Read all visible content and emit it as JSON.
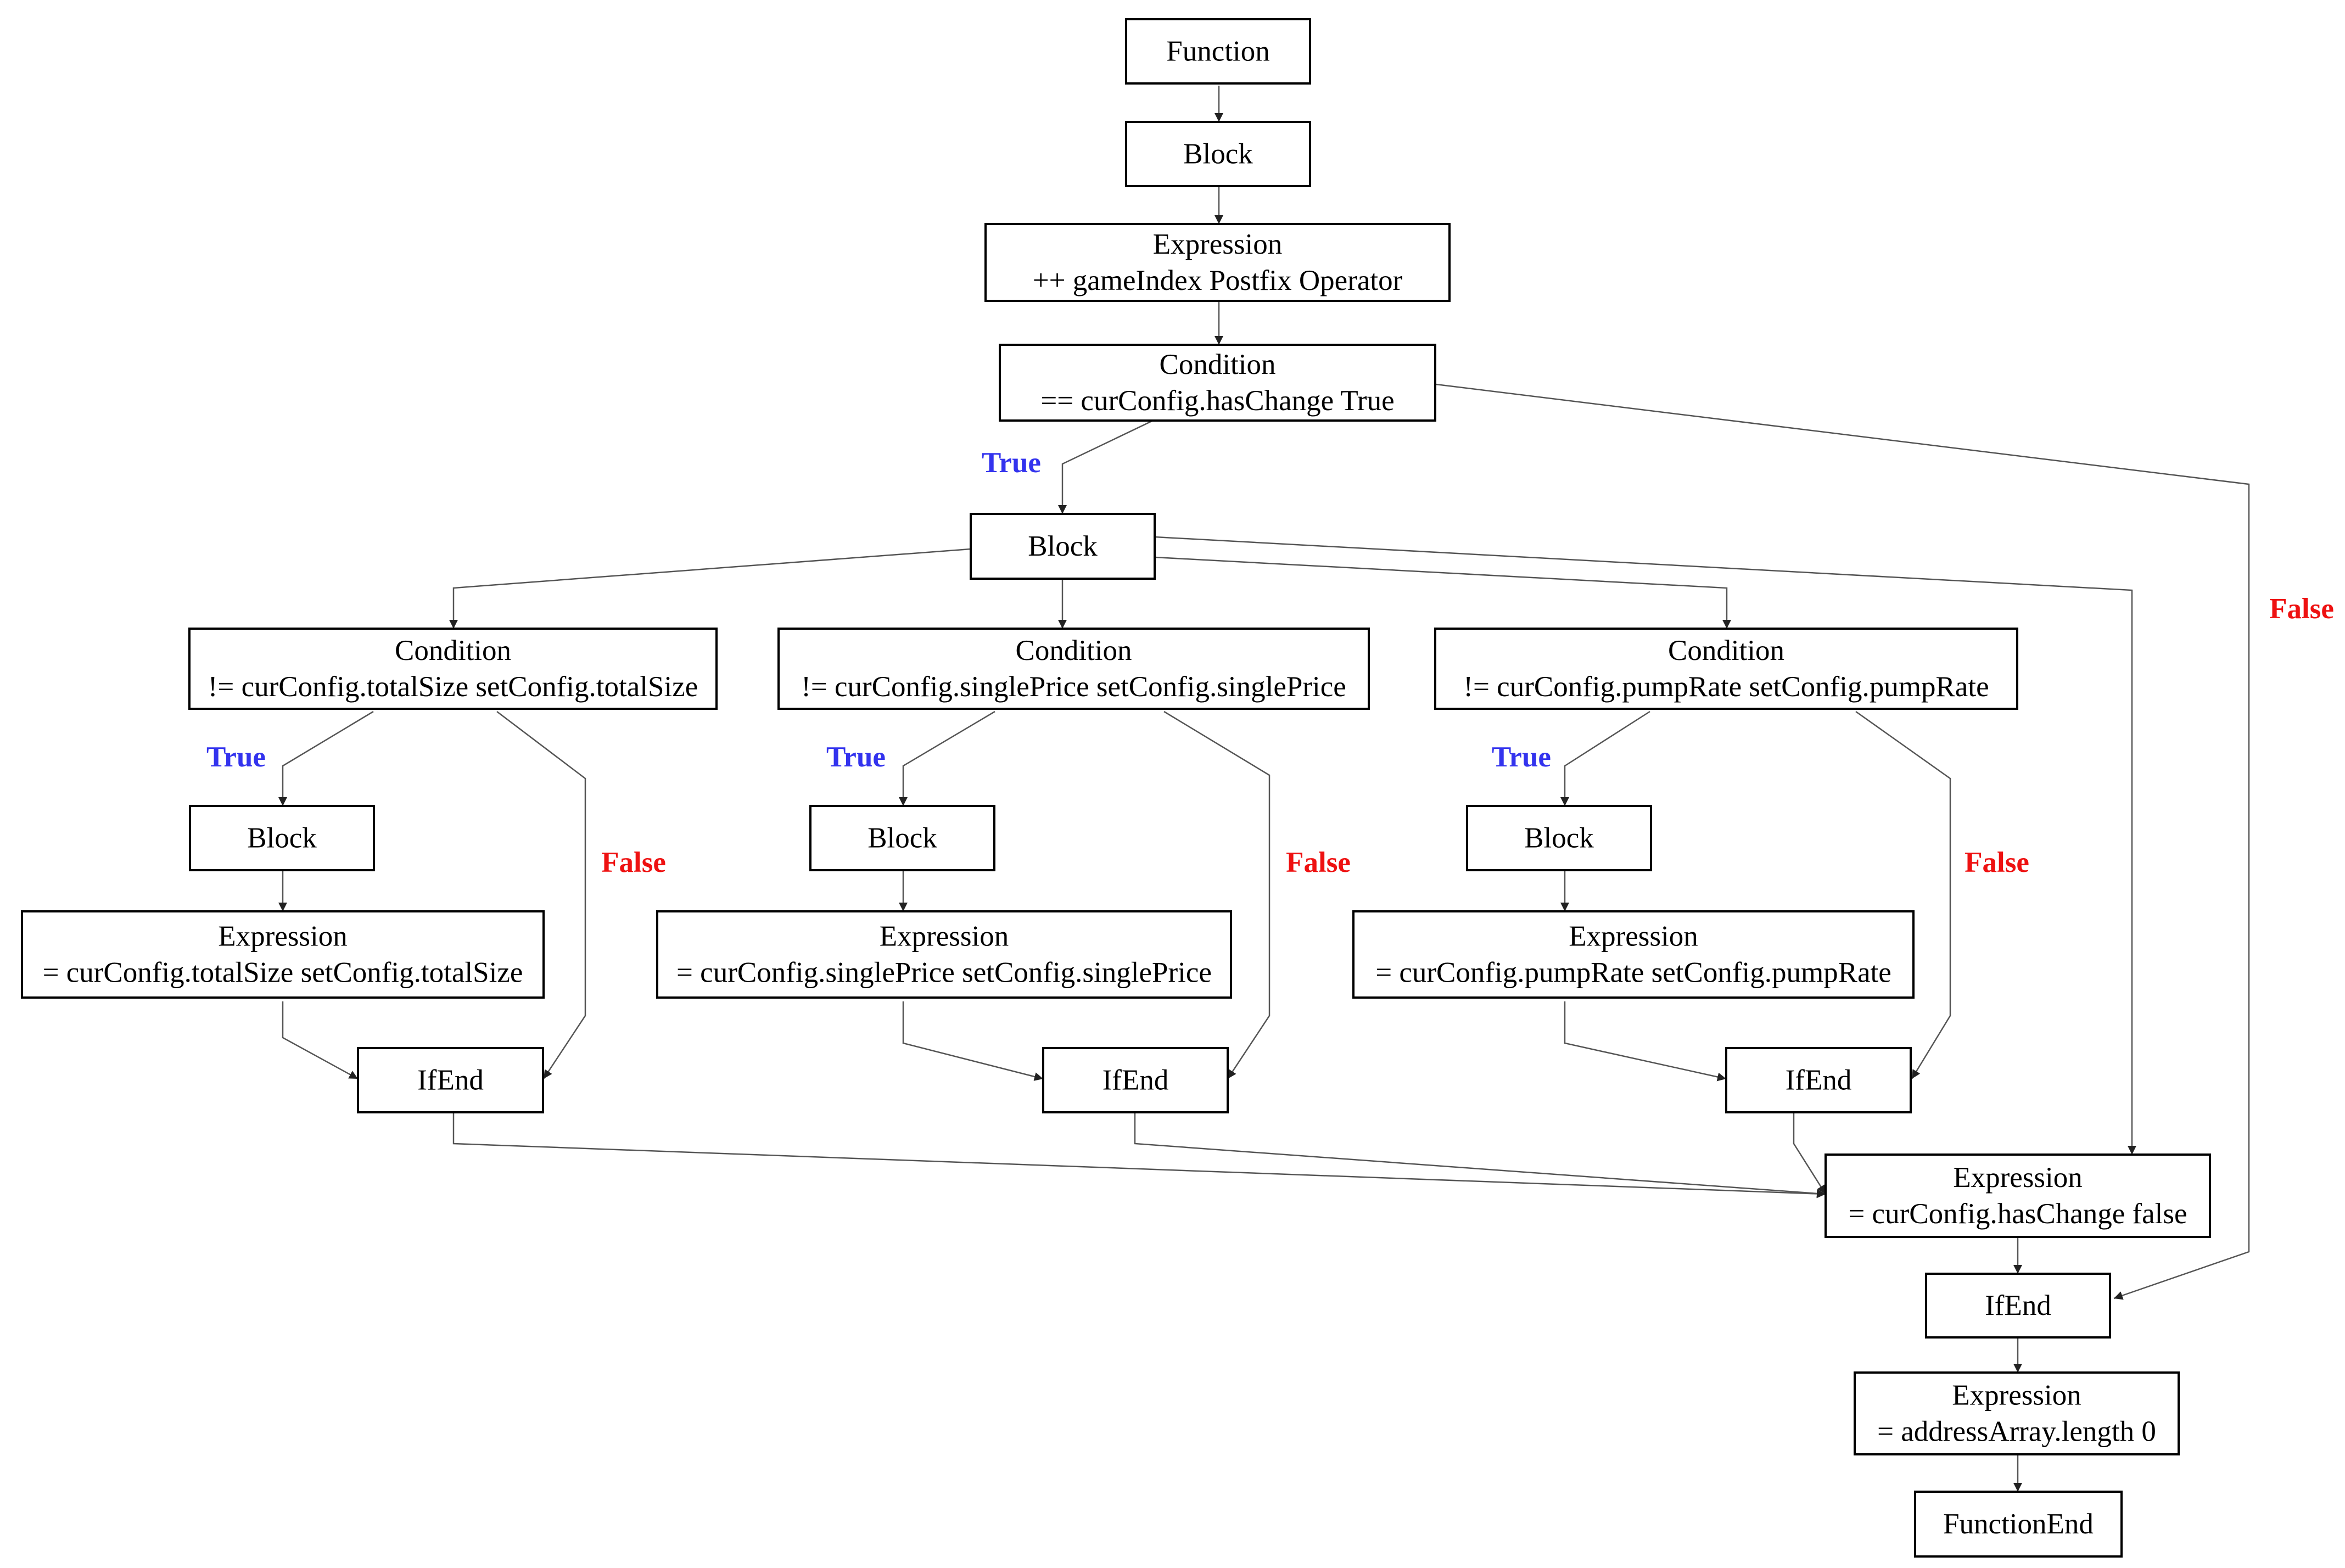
{
  "colors": {
    "true": "#3333ee",
    "false": "#ee1111",
    "edge": "#555555",
    "border": "#000000"
  },
  "nodes": {
    "function": [
      "Function"
    ],
    "block_main": [
      "Block"
    ],
    "expr_gameindex": [
      "Expression",
      "++ gameIndex Postfix Operator"
    ],
    "cond_haschange": [
      "Condition",
      "== curConfig.hasChange True"
    ],
    "block_true": [
      "Block"
    ],
    "cond_totalsize": [
      "Condition",
      "!= curConfig.totalSize setConfig.totalSize"
    ],
    "cond_singleprice": [
      "Condition",
      "!= curConfig.singlePrice setConfig.singlePrice"
    ],
    "cond_pumprate": [
      "Condition",
      "!= curConfig.pumpRate setConfig.pumpRate"
    ],
    "block_totalsize": [
      "Block"
    ],
    "block_singleprice": [
      "Block"
    ],
    "block_pumprate": [
      "Block"
    ],
    "expr_totalsize": [
      "Expression",
      "= curConfig.totalSize setConfig.totalSize"
    ],
    "expr_singleprice": [
      "Expression",
      "= curConfig.singlePrice setConfig.singlePrice"
    ],
    "expr_pumprate": [
      "Expression",
      "= curConfig.pumpRate setConfig.pumpRate"
    ],
    "ifend_totalsize": [
      "IfEnd"
    ],
    "ifend_singleprice": [
      "IfEnd"
    ],
    "ifend_pumprate": [
      "IfEnd"
    ],
    "expr_haschange_false": [
      "Expression",
      "= curConfig.hasChange false"
    ],
    "ifend_main": [
      "IfEnd"
    ],
    "expr_addressarray": [
      "Expression",
      "= addressArray.length 0"
    ],
    "function_end": [
      "FunctionEnd"
    ]
  },
  "edge_labels": {
    "true": "True",
    "false": "False"
  }
}
